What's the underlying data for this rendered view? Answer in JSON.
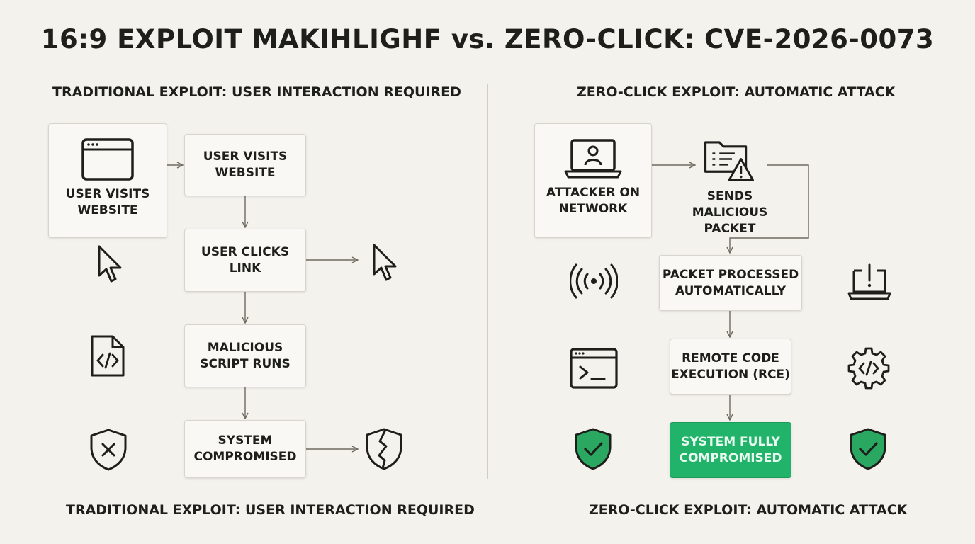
{
  "title": "16:9 EXPLOIT MAKIHLIGHF vs. ZERO-CLICK: CVE-2026-0073",
  "left": {
    "heading": "TRADITIONAL EXPLOIT: USER INTERACTION REQUIRED",
    "footer": "TRADITIONAL EXPLOIT: USER INTERACTION REQUIRED",
    "steps": {
      "start": "USER VISITS\nWEBSITE",
      "visit": "USER VISITS\nWEBSITE",
      "click": "USER CLICKS\nLINK",
      "script": "MALICIOUS\nSCRIPT RUNS",
      "compromised": "SYSTEM\nCOMPROMISED"
    },
    "icons": [
      "browser-window-icon",
      "cursor-icon",
      "cursor-icon",
      "code-file-icon",
      "shield-x-icon",
      "broken-shield-icon"
    ]
  },
  "right": {
    "heading": "ZERO-CLICK EXPLOIT: AUTOMATIC ATTACK",
    "footer": "ZERO-CLICK EXPLOIT: AUTOMATIC ATTACK",
    "steps": {
      "attacker": "ATTACKER ON\nNETWORK",
      "sends": "SENDS MALICIOUS\nPACKET",
      "processed": "PACKET PROCESSED\nAUTOMATICALLY",
      "rce": "REMOTE CODE\nEXECUTION (RCE)",
      "compromised": "SYSTEM FULLY\nCOMPROMISED"
    },
    "icons": [
      "laptop-user-icon",
      "folder-warning-icon",
      "wireless-signal-icon",
      "laptop-alert-icon",
      "terminal-icon",
      "gear-code-icon",
      "shield-check-icon",
      "shield-check-icon"
    ]
  },
  "colors": {
    "background": "#f3f2ed",
    "accent_green": "#22b36a",
    "shield_green": "#2aa862",
    "text": "#1e1e1b"
  }
}
